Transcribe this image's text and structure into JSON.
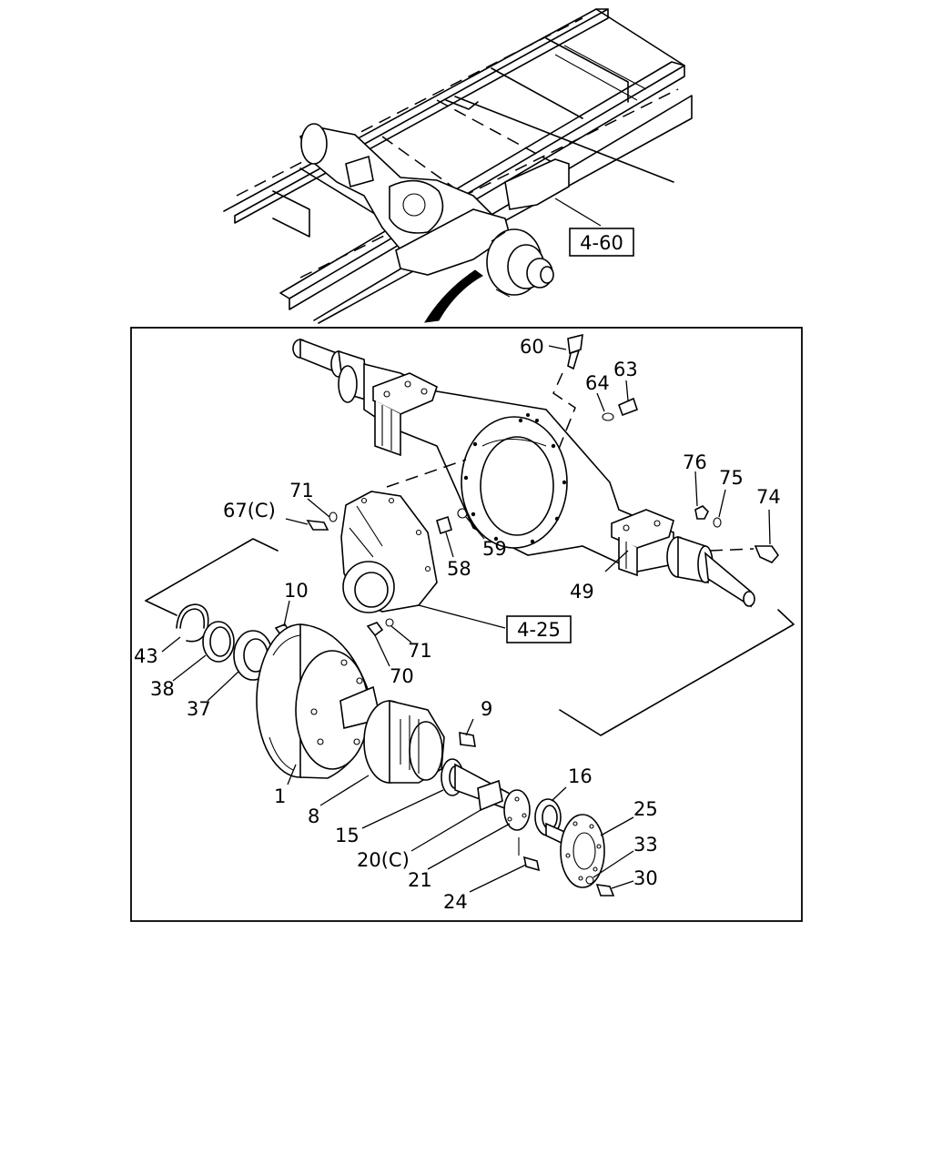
{
  "reference_boxes": {
    "frame_ref": "4-60",
    "carrier_ref": "4-25"
  },
  "callouts": {
    "c1": "1",
    "c8": "8",
    "c9": "9",
    "c10": "10",
    "c15": "15",
    "c16": "16",
    "c20": "20(C)",
    "c21": "21",
    "c24": "24",
    "c25": "25",
    "c30": "30",
    "c33": "33",
    "c37": "37",
    "c38": "38",
    "c43": "43",
    "c49": "49",
    "c58": "58",
    "c59": "59",
    "c60": "60",
    "c63": "63",
    "c64": "64",
    "c67": "67(C)",
    "c70": "70",
    "c71a": "71",
    "c71b": "71",
    "c74": "74",
    "c75": "75",
    "c76": "76"
  }
}
